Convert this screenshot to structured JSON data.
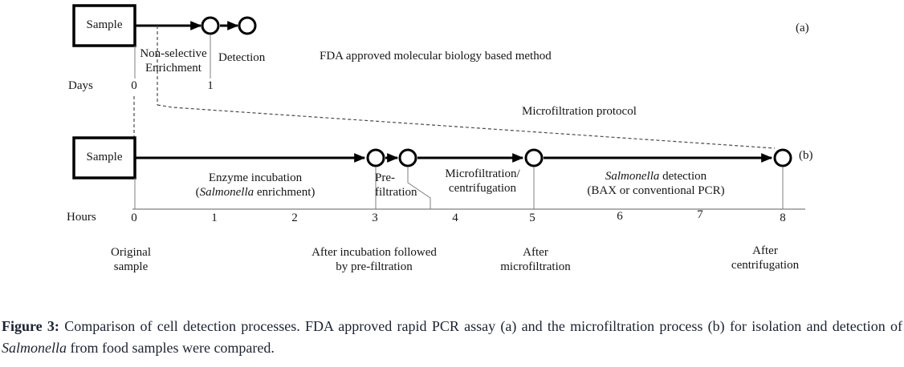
{
  "figure": {
    "panel_a": {
      "tag": "(a)",
      "sample_label": "Sample",
      "enrichment_line1": "Non-selective",
      "enrichment_line2": "Enrichment",
      "detection_label": "Detection",
      "method_title": "FDA approved molecular biology based method",
      "axis_label": "Days",
      "ticks": [
        "0",
        "1"
      ],
      "timeline": {
        "unit": "days",
        "phases": [
          {
            "from": 0,
            "to": 1,
            "label": "Non-selective Enrichment"
          }
        ],
        "nodes": [
          {
            "day": 1,
            "label": "Detection"
          }
        ]
      }
    },
    "panel_b": {
      "tag": "(b)",
      "sample_label": "Sample",
      "protocol_title": "Microfiltration protocol",
      "enzyme_line1": "Enzyme incubation",
      "enzyme_l2_pre": "(",
      "enzyme_l2_italic": "Salmonella",
      "enzyme_l2_post": " enrichment)",
      "prefiltration_line1": "Pre-",
      "prefiltration_line2": "filtration",
      "microfiltration_line1": "Microfiltration/",
      "microfiltration_line2": "centrifugation",
      "detection_l1_italic": "Salmonella",
      "detection_l1_post": " detection",
      "detection_line2": "(BAX or conventional PCR)",
      "axis_label": "Hours",
      "ticks": [
        "0",
        "1",
        "2",
        "3",
        "4",
        "5",
        "6",
        "7",
        "8"
      ],
      "milestone_t0_line1": "Original",
      "milestone_t0_line2": "sample",
      "milestone_t3_line1": "After incubation followed",
      "milestone_t3_line2": "by pre-filtration",
      "milestone_t5_line1": "After",
      "milestone_t5_line2": "microfiltration",
      "milestone_t8_line1": "After",
      "milestone_t8_line2": "centrifugation",
      "timeline": {
        "unit": "hours",
        "phases": [
          {
            "from": 0,
            "to": 3,
            "label": "Enzyme incubation (Salmonella enrichment)"
          },
          {
            "from": 3,
            "to": 3.5,
            "label": "Pre-filtration"
          },
          {
            "from": 3.5,
            "to": 5,
            "label": "Microfiltration/centrifugation"
          },
          {
            "from": 5,
            "to": 8,
            "label": "Salmonella detection (BAX or conventional PCR)"
          }
        ],
        "nodes": [
          {
            "hour": 0,
            "label": "Original sample"
          },
          {
            "hour": 3,
            "label": "After incubation followed by pre-filtration"
          },
          {
            "hour": 5,
            "label": "After microfiltration"
          },
          {
            "hour": 8,
            "label": "After centrifugation"
          }
        ]
      }
    }
  },
  "caption": {
    "label": "Figure 3:",
    "before_italic": " Comparison of cell detection processes. FDA approved rapid PCR assay (a) and the microfiltration process (b) for isolation and detection of ",
    "italic": "Salmonella",
    "after_italic": " from food samples were compared."
  },
  "colors": {
    "background": "#ffffff",
    "diagram_ink": "#000000",
    "guide_line": "#7f7f7f",
    "dashed_line": "#4a4a4a",
    "text": "#161616",
    "caption_text": "#1c2230"
  }
}
